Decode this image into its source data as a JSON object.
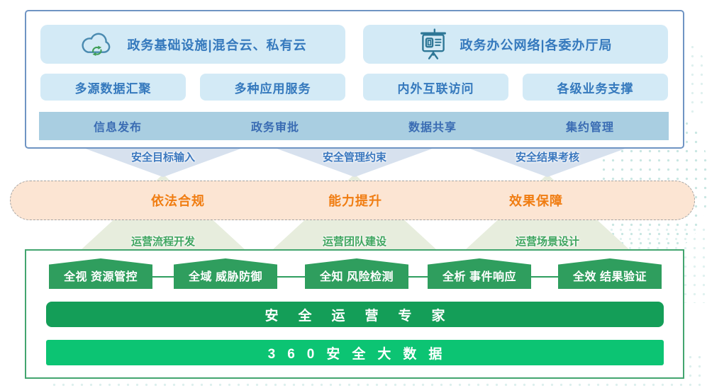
{
  "top_panel": {
    "infrastructure": [
      {
        "icon": "cloud-sync-icon",
        "label": "政务基础设施|混合云、私有云"
      },
      {
        "icon": "presentation-board-icon",
        "label": "政务办公网络|各委办厅局"
      }
    ],
    "capabilities": [
      "多源数据汇聚",
      "多种应用服务",
      "内外互联访问",
      "各级业务支撑"
    ],
    "services": [
      "信息发布",
      "政务审批",
      "数据共享",
      "集约管理"
    ]
  },
  "down_flow_labels": [
    "安全目标输入",
    "安全管理约束",
    "安全结果考核"
  ],
  "policy_band": [
    "依法合规",
    "能力提升",
    "效果保障"
  ],
  "up_flow_labels": [
    "运营流程开发",
    "运营团队建设",
    "运营场景设计"
  ],
  "bottom_panel": {
    "stages": [
      "全视 资源管控",
      "全域 威胁防御",
      "全知 风险检测",
      "全析 事件响应",
      "全效 结果验证"
    ],
    "expert_bar": "安全运营专家",
    "data_bar": "360安全大数据"
  },
  "colors": {
    "top_panel_border": "#6f94c3",
    "light_blue_box": "#d3eaf6",
    "blue_text": "#3579bd",
    "service_band_fill": "#a9cee1",
    "service_band_text": "#3a6cb3",
    "down_arrow_fill": "#d7e1ee",
    "down_label_text": "#3a77be",
    "policy_band_fill": "#fce5d3",
    "policy_text": "#f07d12",
    "up_arrow_fill": "#e7eddd",
    "up_label_text": "#3fa55f",
    "bottom_panel_border": "#43a56f",
    "stage_box_green": "#2f9e5e",
    "expert_bar_green": "#149e58",
    "data_bar_green": "#0cc473",
    "dots": "#bfe2de"
  }
}
